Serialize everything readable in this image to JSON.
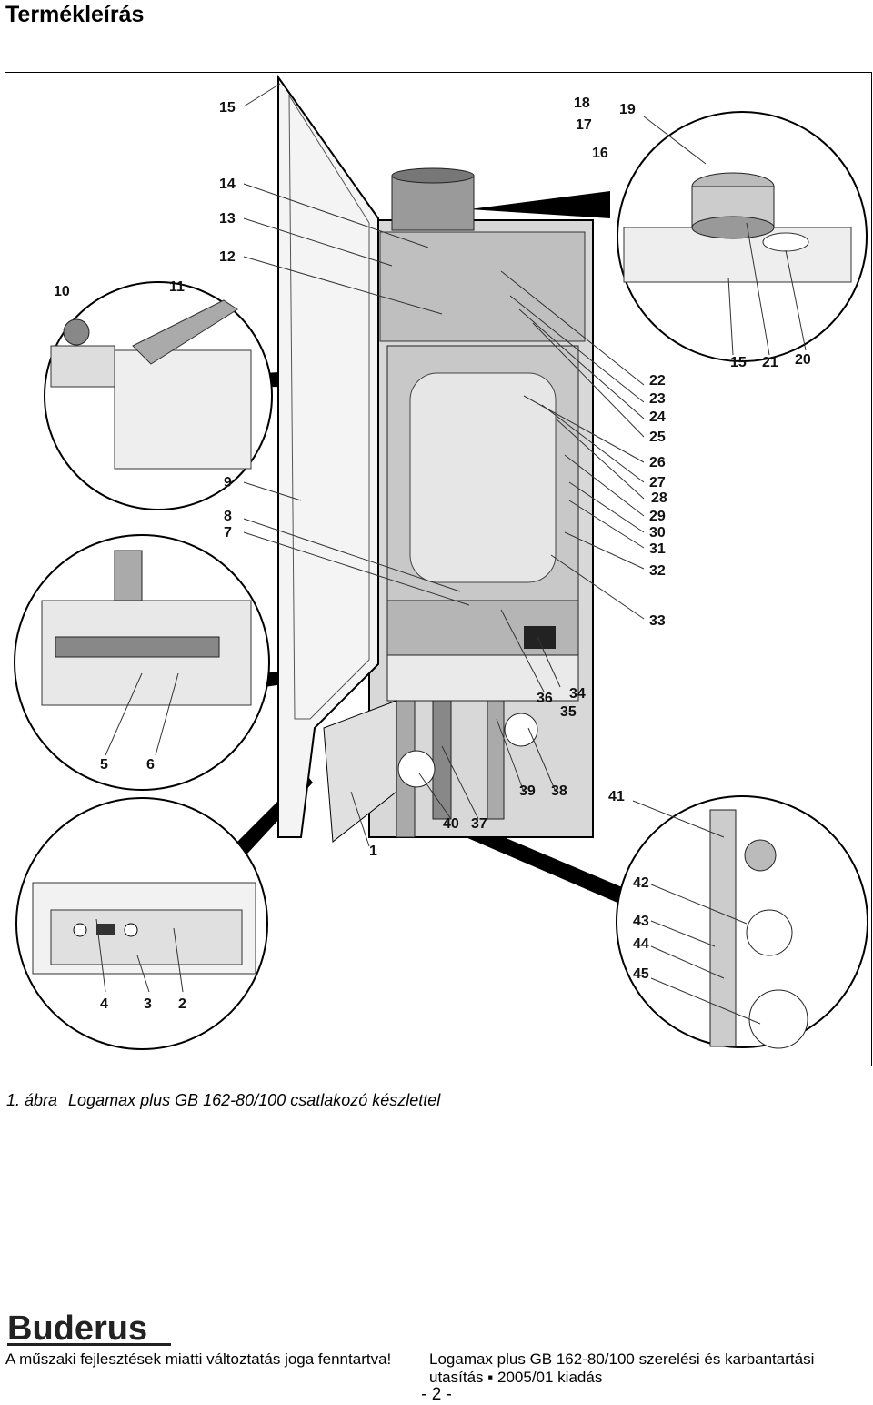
{
  "page": {
    "title": "Termékleírás",
    "caption_number": "1. ábra",
    "caption_text": "Logamax plus GB 162-80/100 csatlakozó készlettel",
    "footer_left": "A műszaki fejlesztések miatti változtatás joga fenntartva!",
    "footer_right": "Logamax plus GB 162-80/100 szerelési és karbantartási utasítás ▪ 2005/01 kiadás",
    "page_number": "- 2 -",
    "logo_text": "Buderus"
  },
  "figure": {
    "labels": [
      "1",
      "2",
      "3",
      "4",
      "5",
      "6",
      "7",
      "8",
      "9",
      "10",
      "11",
      "12",
      "13",
      "14",
      "15",
      "15",
      "16",
      "17",
      "18",
      "19",
      "20",
      "21",
      "22",
      "23",
      "24",
      "25",
      "26",
      "27",
      "28",
      "29",
      "30",
      "31",
      "32",
      "33",
      "34",
      "35",
      "36",
      "37",
      "38",
      "39",
      "40",
      "41",
      "42",
      "43",
      "44",
      "45"
    ]
  }
}
